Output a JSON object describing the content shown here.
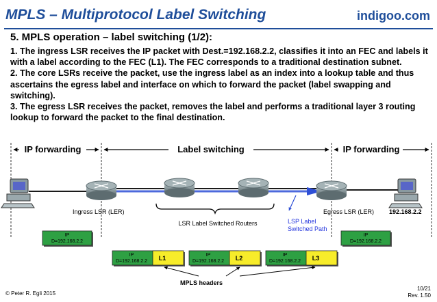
{
  "header": {
    "title": "MPLS – Multiprotocol Label Switching",
    "brand": "indigoo.com"
  },
  "section_title": "5. MPLS operation – label switching (1/2):",
  "paragraphs": [
    "1. The ingress LSR receives the IP packet with Dest.=192.168.2.2, classifies it into an FEC and labels it with a label according to the FEC (L1). The FEC corresponds to a traditional destination subnet.",
    "2. The core LSRs receive the packet, use the ingress label as an index into a lookup table and thus ascertains the egress label and interface on which to forward the packet (label swapping and switching).",
    "3. The egress LSR receives the packet, removes the label and performs a traditional layer 3 routing lookup to forward the packet to the final destination."
  ],
  "diagram": {
    "zones": [
      "IP forwarding",
      "Label switching",
      "IP forwarding"
    ],
    "ingress_label": "Ingress LSR (LER)",
    "egress_label": "Egress LSR (LER)",
    "dest_address": "192.168.2.2",
    "core_label": "LSR Label Switched Routers",
    "lsp_label_line1": "LSP Label",
    "lsp_label_line2": "Switched Path",
    "packet_ip": "IP",
    "packet_dest": "D=192.168.2.2",
    "labels": [
      "L1",
      "L2",
      "L3"
    ],
    "mpls_headers": "MPLS headers",
    "colors": {
      "packet_fill": "#2ea043",
      "label_fill": "#f7ec2a",
      "lsp_arrow": "#2e4fd6",
      "lsp_text": "#2233dd",
      "router": "#7e8e92"
    }
  },
  "footer": {
    "copyright": "© Peter R. Egli 2015",
    "page": "10/21",
    "rev": "Rev. 1.50"
  }
}
